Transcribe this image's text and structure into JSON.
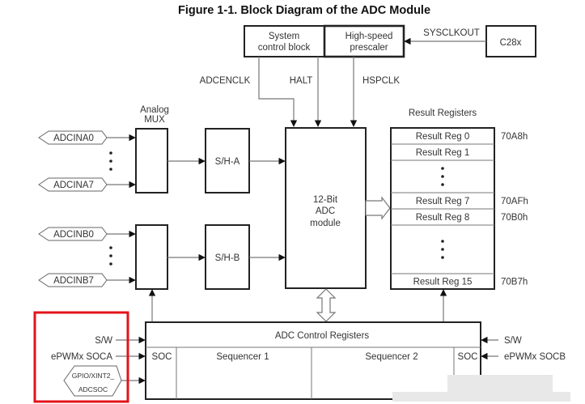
{
  "title": "Figure 1-1.  Block Diagram of the ADC Module",
  "top_blocks": {
    "system_control": [
      "System",
      "control block"
    ],
    "prescaler": [
      "High-speed",
      "prescaler"
    ],
    "cpu": "C28x",
    "sysclkout": "SYSCLKOUT"
  },
  "clock_signals": {
    "adcenclk": "ADCENCLK",
    "halt": "HALT",
    "hspclk": "HSPCLK"
  },
  "mux": {
    "label": [
      "Analog",
      "MUX"
    ],
    "inputs_a": [
      "ADCINA0",
      "ADCINA7"
    ],
    "inputs_b": [
      "ADCINB0",
      "ADCINB7"
    ]
  },
  "sample_hold": {
    "a": "S/H-A",
    "b": "S/H-B"
  },
  "adc_core": [
    "12-Bit",
    "ADC",
    "module"
  ],
  "result_registers": {
    "heading": "Result Registers",
    "rows": [
      {
        "label": "Result Reg 0",
        "addr": "70A8h"
      },
      {
        "label": "Result Reg 1",
        "addr": ""
      },
      {
        "label": "",
        "addr": "",
        "ellipsis": true
      },
      {
        "label": "Result Reg 7",
        "addr": "70AFh"
      },
      {
        "label": "Result Reg 8",
        "addr": "70B0h"
      },
      {
        "label": "",
        "addr": "",
        "ellipsis": true
      },
      {
        "label": "Result Reg 15",
        "addr": "70B7h"
      }
    ]
  },
  "control": {
    "title": "ADC Control Registers",
    "soc_left": "SOC",
    "soc_right": "SOC",
    "sequencer1": "Sequencer 1",
    "sequencer2": "Sequencer 2"
  },
  "triggers_left": {
    "sw": "S/W",
    "socA": "ePWMx SOCA",
    "gpio": [
      "GPIO/XINT2_",
      "ADCSOC"
    ]
  },
  "triggers_right": {
    "sw": "S/W",
    "socB": "ePWMx SOCB"
  },
  "highlight_color": "#e3131b"
}
